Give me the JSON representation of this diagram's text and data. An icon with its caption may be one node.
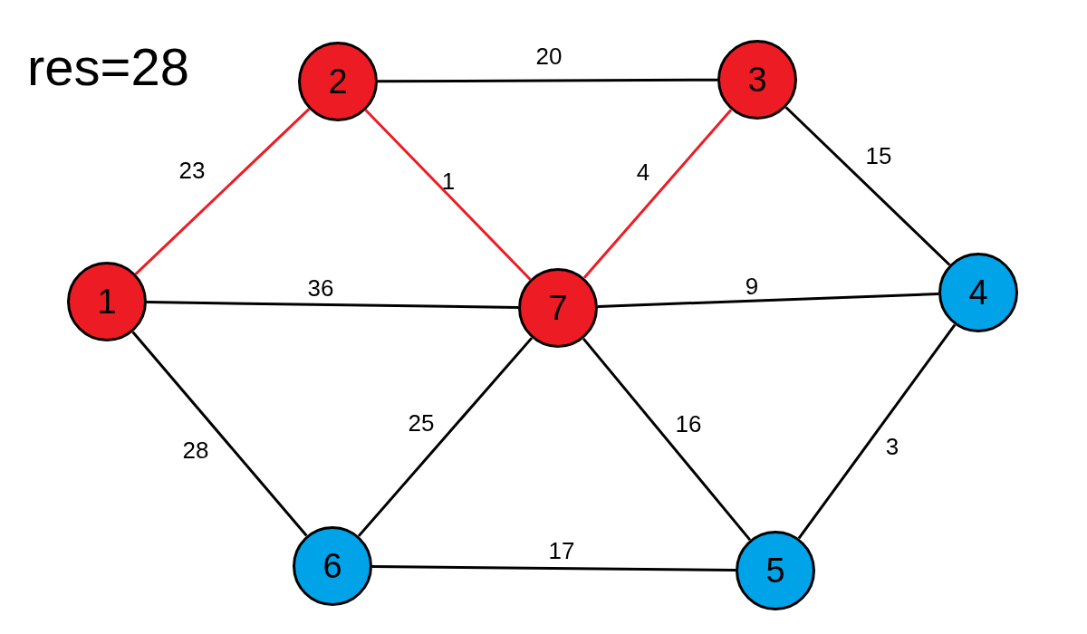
{
  "diagram": {
    "nodes": [
      {
        "text": [
          "1"
        ]
      },
      {
        "text": [
          "2"
        ]
      },
      {
        "text": [
          "3"
        ]
      },
      {
        "text": [
          "4"
        ]
      },
      {
        "text": [
          "5"
        ]
      },
      {
        "text": [
          "6"
        ]
      },
      {
        "text": [
          "7"
        ]
      }
    ],
    "edges": [
      {
        "from": 0,
        "to": 1,
        "arrow": "none",
        "label": "23",
        "color": "#ed1c24"
      },
      {
        "from": 1,
        "to": 6,
        "arrow": "none",
        "label": "1",
        "color": "#ed1c24"
      },
      {
        "from": 2,
        "to": 6,
        "arrow": "none",
        "label": "4",
        "color": "#ed1c24"
      },
      {
        "from": 1,
        "to": 2,
        "arrow": "none",
        "label": "20"
      },
      {
        "from": 2,
        "to": 3,
        "arrow": "none",
        "label": "15"
      },
      {
        "from": 0,
        "to": 6,
        "arrow": "none",
        "label": "36"
      },
      {
        "from": 6,
        "to": 3,
        "arrow": "none",
        "label": "9"
      },
      {
        "from": 0,
        "to": 5,
        "arrow": "none",
        "label": "28"
      },
      {
        "from": 5,
        "to": 6,
        "arrow": "none",
        "label": "25"
      },
      {
        "from": 6,
        "to": 4,
        "arrow": "none",
        "label": "16"
      },
      {
        "from": 3,
        "to": 4,
        "arrow": "none",
        "label": "3"
      },
      {
        "from": 5,
        "to": 4,
        "arrow": "none",
        "label": "17"
      }
    ],
    "labels": [
      "res=28"
    ]
  }
}
